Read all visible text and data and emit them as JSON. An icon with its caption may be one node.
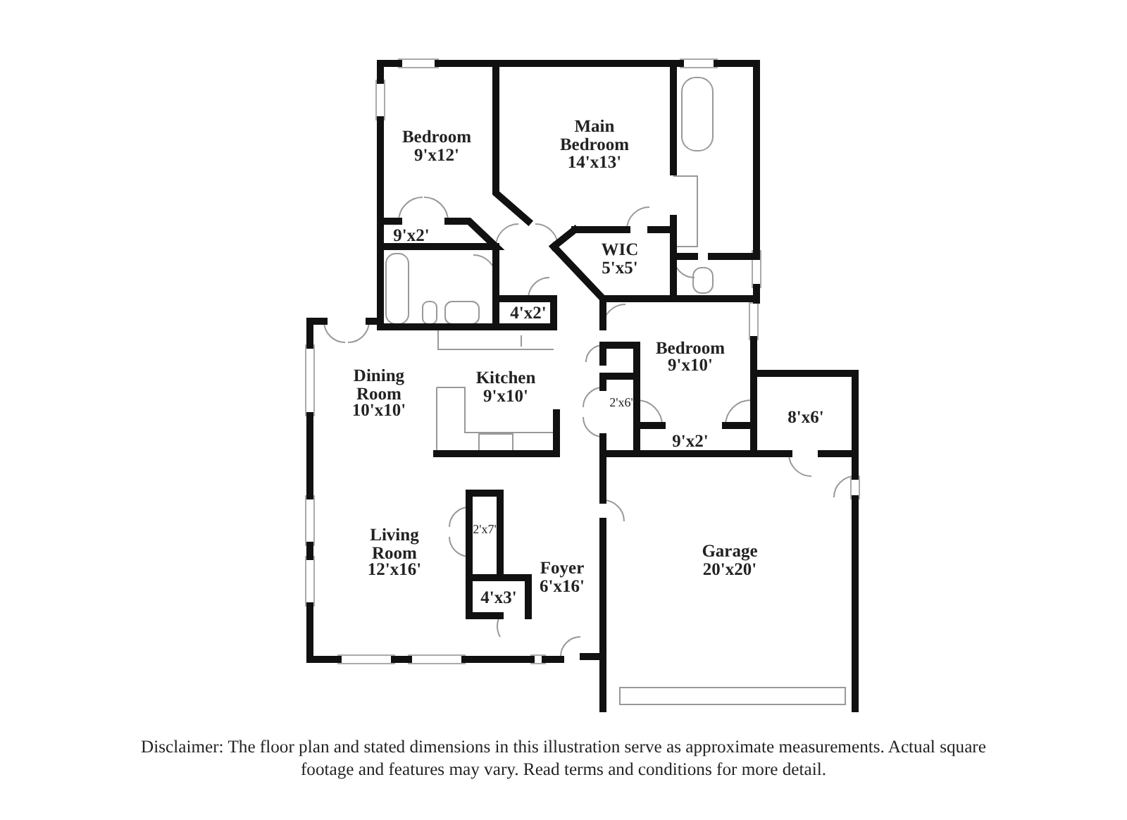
{
  "diagram": {
    "caption": "Disclaimer: The floor plan and stated dimensions in this illustration serve as approximate measurements. Actual square footage and features may vary. Read terms and conditions for more detail.",
    "labels": [
      "Bedroom",
      "9'x12'",
      "Main Bedroom",
      "14'x13'",
      "9'x2'",
      "WIC",
      "5'x5'",
      "4'x2'",
      "Bedroom",
      "9'x10'",
      "Dining Room",
      "10'x10'",
      "Kitchen",
      "9'x10'",
      "8'x6'",
      "2'x6'",
      "9'x2'",
      "2'x7'",
      "Living Room",
      "12'x16'",
      "Garage",
      "20'x20'",
      "Foyer",
      "6'x16'",
      "4'x3'"
    ]
  }
}
